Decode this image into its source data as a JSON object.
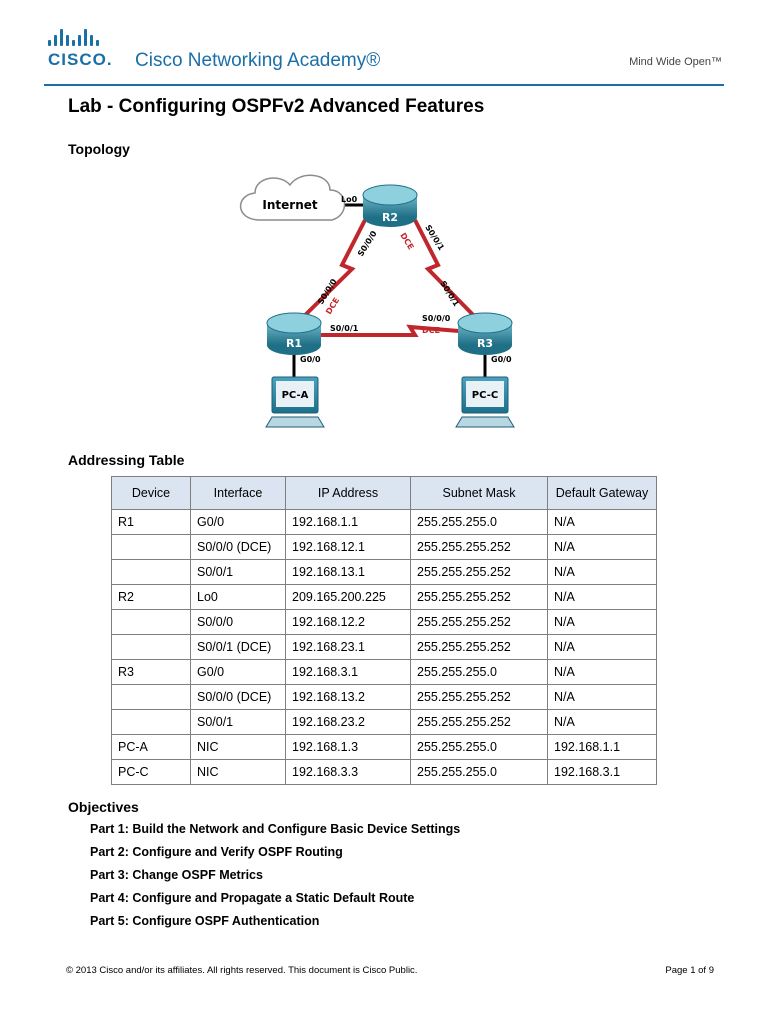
{
  "header": {
    "brand_word": "CISCO.",
    "academy": "Cisco Networking Academy®",
    "tagline": "Mind Wide Open™",
    "accent_color": "#1a6fa7"
  },
  "title": "Lab - Configuring OSPFv2 Advanced Features",
  "topology": {
    "heading": "Topology",
    "cloud_label": "Internet",
    "routers": [
      "R2",
      "R1",
      "R3"
    ],
    "pcs": [
      "PC-A",
      "PC-C"
    ],
    "interface_labels": {
      "r2_lo0": "Lo0",
      "r2_s000": "S0/0/0",
      "r2_s001": "S0/0/1",
      "r1_s000": "S0/0/0",
      "r1_s001": "S0/0/1",
      "r3_s000": "S0/0/0",
      "r3_s001": "S0/0/1",
      "r1_g00": "G0/0",
      "r3_g00": "G0/0"
    },
    "dce_label": "DCE",
    "link_color": "#c0272d"
  },
  "addressing": {
    "heading": "Addressing Table",
    "columns": [
      "Device",
      "Interface",
      "IP Address",
      "Subnet Mask",
      "Default Gateway"
    ],
    "rows": [
      [
        "R1",
        "G0/0",
        "192.168.1.1",
        "255.255.255.0",
        "N/A"
      ],
      [
        "",
        "S0/0/0 (DCE)",
        "192.168.12.1",
        "255.255.255.252",
        "N/A"
      ],
      [
        "",
        "S0/0/1",
        "192.168.13.1",
        "255.255.255.252",
        "N/A"
      ],
      [
        "R2",
        "Lo0",
        "209.165.200.225",
        "255.255.255.252",
        "N/A"
      ],
      [
        "",
        "S0/0/0",
        "192.168.12.2",
        "255.255.255.252",
        "N/A"
      ],
      [
        "",
        "S0/0/1 (DCE)",
        "192.168.23.1",
        "255.255.255.252",
        "N/A"
      ],
      [
        "R3",
        "G0/0",
        "192.168.3.1",
        "255.255.255.0",
        "N/A"
      ],
      [
        "",
        "S0/0/0 (DCE)",
        "192.168.13.2",
        "255.255.255.252",
        "N/A"
      ],
      [
        "",
        "S0/0/1",
        "192.168.23.2",
        "255.255.255.252",
        "N/A"
      ],
      [
        "PC-A",
        "NIC",
        "192.168.1.3",
        "255.255.255.0",
        "192.168.1.1"
      ],
      [
        "PC-C",
        "NIC",
        "192.168.3.3",
        "255.255.255.0",
        "192.168.3.1"
      ]
    ],
    "header_bg": "#dbe5f1"
  },
  "objectives": {
    "heading": "Objectives",
    "items": [
      "Part 1: Build the Network and Configure Basic Device Settings",
      "Part 2: Configure and Verify OSPF Routing",
      "Part 3: Change OSPF Metrics",
      "Part 4: Configure and Propagate a Static Default Route",
      "Part 5: Configure OSPF Authentication"
    ]
  },
  "footer": {
    "copyright": "© 2013 Cisco and/or its affiliates. All rights reserved. This document is Cisco Public.",
    "page": "Page 1 of 9"
  }
}
